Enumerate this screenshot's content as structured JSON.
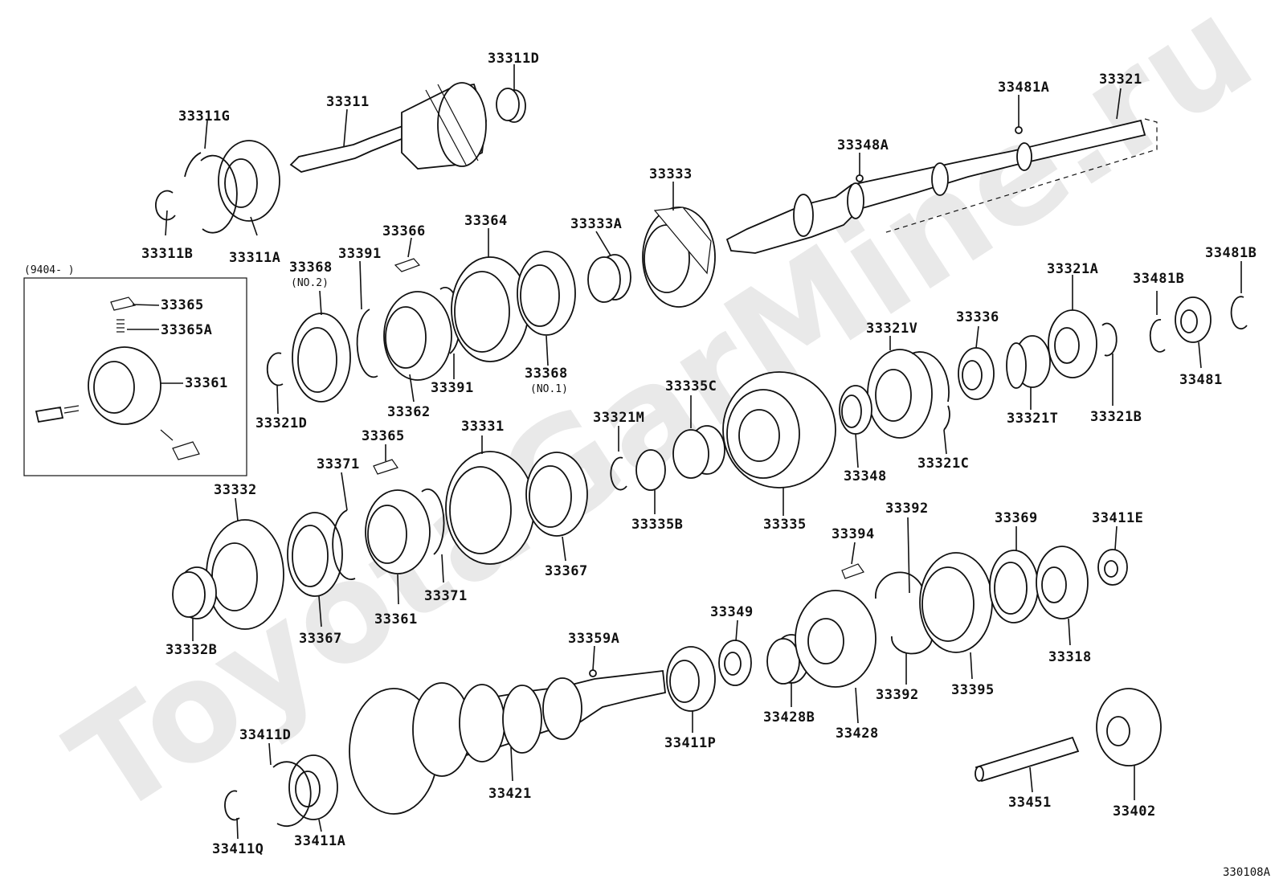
{
  "watermark": "ToyotaGarMine.ru",
  "figure_code": "330108A",
  "inset": {
    "date_range": "(9404-        )"
  },
  "sub_notes": {
    "no2": "(NO.2)",
    "no1": "(NO.1)"
  },
  "parts": {
    "p33311D": "33311D",
    "p33311": "33311",
    "p33311G": "33311G",
    "p33311B": "33311B",
    "p33311A": "33311A",
    "p33481A": "33481A",
    "p33321": "33321",
    "p33348A": "33348A",
    "p33333": "33333",
    "p33333A": "33333A",
    "p33364": "33364",
    "p33366": "33366",
    "p33368_top": "33368",
    "p33391_top": "33391",
    "p33391_bot": "33391",
    "p33362": "33362",
    "p33368_bot": "33368",
    "p33321D": "33321D",
    "p33365_inset": "33365",
    "p33365A": "33365A",
    "p33361_inset": "33361",
    "p33481B_left": "33481B",
    "p33481B_right": "33481B",
    "p33481": "33481",
    "p33321A": "33321A",
    "p33321V": "33321V",
    "p33336": "33336",
    "p33321T": "33321T",
    "p33321B": "33321B",
    "p33321C": "33321C",
    "p33348": "33348",
    "p33335C": "33335C",
    "p33321M": "33321M",
    "p33335B": "33335B",
    "p33335": "33335",
    "p33365_main": "33365",
    "p33331": "33331",
    "p33371_top": "33371",
    "p33371_bot": "33371",
    "p33332": "33332",
    "p33332B": "33332B",
    "p33367_left": "33367",
    "p33367_right": "33367",
    "p33361_main": "33361",
    "p33392_top": "33392",
    "p33392_bot": "33392",
    "p33394": "33394",
    "p33369": "33369",
    "p33411E": "33411E",
    "p33318": "33318",
    "p33395": "33395",
    "p33349": "33349",
    "p33359A": "33359A",
    "p33428B": "33428B",
    "p33428": "33428",
    "p33411P": "33411P",
    "p33411D": "33411D",
    "p33411A": "33411A",
    "p33411Q": "33411Q",
    "p33421": "33421",
    "p33451": "33451",
    "p33402": "33402"
  }
}
